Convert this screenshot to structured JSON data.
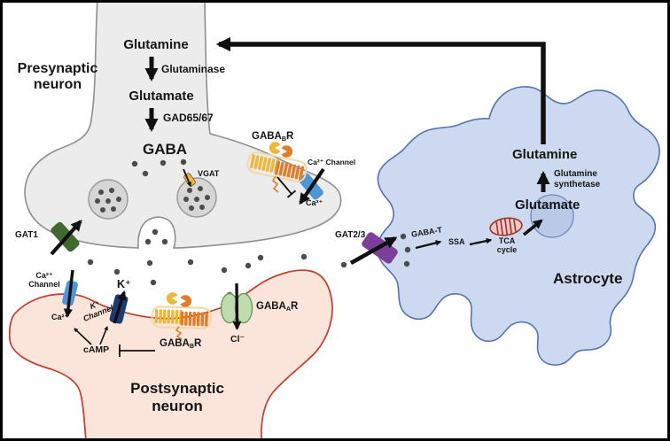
{
  "presynaptic": {
    "name_line1": "Presynaptic",
    "name_line2": "neuron",
    "glutamine": "Glutamine",
    "glutaminase": "Glutaminase",
    "glutamate": "Glutamate",
    "gad": "GAD65/67",
    "gaba": "GABA",
    "vgat": "VGAT",
    "gat1": "GAT1",
    "gabab": {
      "base": "GABA",
      "sub": "B",
      "suffix": "R"
    },
    "ca_channel": "Ca²⁺ Channel",
    "ca_ion": "Ca²⁺"
  },
  "postsynaptic": {
    "name_line1": "Postsynaptic",
    "name_line2": "neuron",
    "ca_channel_line1": "Ca²⁺",
    "ca_channel_line2": "Channel",
    "ca_ion": "Ca²⁺",
    "k_ion": "K⁺",
    "k_channel_line1": "K⁺",
    "k_channel_line2": "Channel",
    "camp": "cAMP",
    "gabab": {
      "base": "GABA",
      "sub": "B",
      "suffix": "R"
    },
    "gabaa": {
      "base": "GABA",
      "sub": "A",
      "suffix": "R"
    },
    "cl_ion": "Cl⁻"
  },
  "astrocyte": {
    "name": "Astrocyte",
    "gat23": "GAT2/3",
    "gabat": "GABA-T",
    "ssa": "SSA",
    "tca_line1": "TCA",
    "tca_line2": "cycle",
    "glutamate": "Glutamate",
    "gs_line1": "Glutamine",
    "gs_line2": "synthetase",
    "glutamine": "Glutamine"
  },
  "colors": {
    "presynaptic_fill": "#ececec",
    "presynaptic_stroke": "#8f8f8f",
    "postsynaptic_fill": "#fbe5da",
    "postsynaptic_stroke": "#c43c2d",
    "astrocyte_fill": "#cdd9ef",
    "astrocyte_stroke": "#5673b5",
    "vesicle_fill": "#d6d6d6",
    "vesicle_stroke": "#9a9a9a",
    "gaba_dot": "#4c4c4c",
    "gat1_channel": "#41682f",
    "gat23_channel": "#7c3f97",
    "ca_channel": "#4e96d8",
    "k_channel": "#203a76",
    "gabaa_fill": "#bedcae",
    "gabaa_stroke": "#6a9a58",
    "gabab_yellow": "#ecb73d",
    "gabab_orange": "#e17c27",
    "gabab_outline": "#f4d7a8",
    "mito_fill": "#f7c9c6",
    "mito_stroke": "#9c322c",
    "nucleus_fill": "#bac9e7",
    "nucleus_stroke": "#7287bd",
    "arrow": "#101010"
  }
}
